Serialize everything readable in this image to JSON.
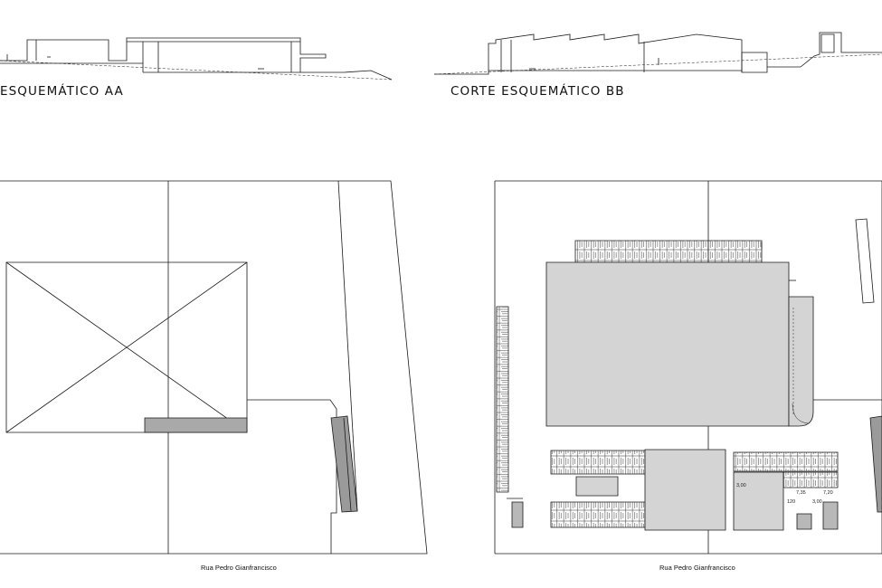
{
  "section_aa": {
    "caption": "ESQUEMÁTICO AA"
  },
  "section_bb": {
    "caption": "CORTE ESQUEMÁTICO BB"
  },
  "plan_left": {
    "street": "Rua Pedro Gianfrancisco"
  },
  "plan_right": {
    "street": "Rua Pedro Gianfrancisco",
    "levels": [
      "7,35",
      "7,20",
      "3,00",
      "120",
      "3,00"
    ]
  },
  "colors": {
    "line": "#1a1a1a",
    "fill": "#d4d4d4",
    "hatch_fill": "#9a9a9a",
    "paper": "#ffffff"
  }
}
